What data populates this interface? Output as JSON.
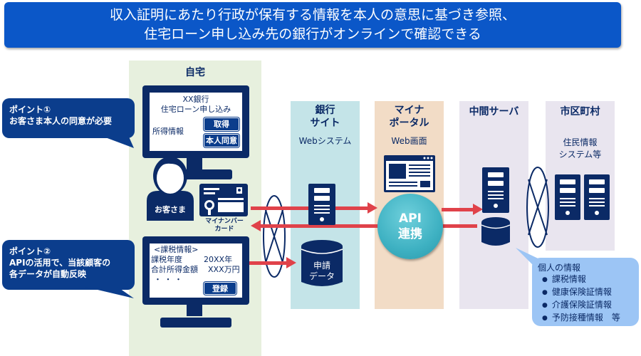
{
  "banner": {
    "line1": "収入証明にあたり行政が保有する情報を本人の意思に基づき参照、",
    "line2": "住宅ローン申し込み先の銀行がオンラインで確認できる"
  },
  "colors": {
    "banner": "#0b57c8",
    "navy": "#0b2a66",
    "callout": "#0b3d8c",
    "arrow": "#e0424a",
    "home_bg": "#e7f0de",
    "bank_bg": "#c4e4e8",
    "portal_bg": "#f2dcc6",
    "server_bg": "#e9e5ef",
    "api_circle": "#3eb1c2",
    "info_bubble": "#9cc5f5"
  },
  "callouts": [
    {
      "line1": "ポイント①",
      "line2": "お客さま本人の同意が必要"
    },
    {
      "line1": "ポイント②",
      "line2": "APIの活用で、当該顧客の",
      "line3": "各データが自動反映"
    }
  ],
  "home": {
    "title": "自宅",
    "screen1": {
      "line1": "XX銀行",
      "line2": "住宅ローン申し込み",
      "label": "所得情報",
      "btn_get": "取得",
      "btn_consent": "本人同意"
    },
    "customer_label": "お客さま",
    "card_label_line1": "マイナンバー",
    "card_label_line2": "カード",
    "screen2": {
      "header": "<課税情報>",
      "row1_label": "課税年度",
      "row1_value": "20XX年",
      "row2_label": "合計所得金額",
      "row2_value": "XXX万円",
      "ellipsis": "・ ・ ・",
      "btn_register": "登録"
    }
  },
  "bank": {
    "title_line1": "銀行",
    "title_line2": "サイト",
    "subtitle": "Webシステム",
    "db_line1": "申請",
    "db_line2": "データ"
  },
  "portal": {
    "title_line1": "マイナ",
    "title_line2": "ポータル",
    "subtitle": "Web画面",
    "api_line1": "API",
    "api_line2": "連携"
  },
  "middle_server": {
    "title": "中間サーバ"
  },
  "municipality": {
    "title": "市区町村",
    "subtitle_line1": "住民情報",
    "subtitle_line2": "システム等"
  },
  "personal_info": {
    "title": "個人の情報",
    "items": [
      "課税情報",
      "健康保険証情報",
      "介護保険証情報",
      "予防接種情報　等"
    ]
  }
}
